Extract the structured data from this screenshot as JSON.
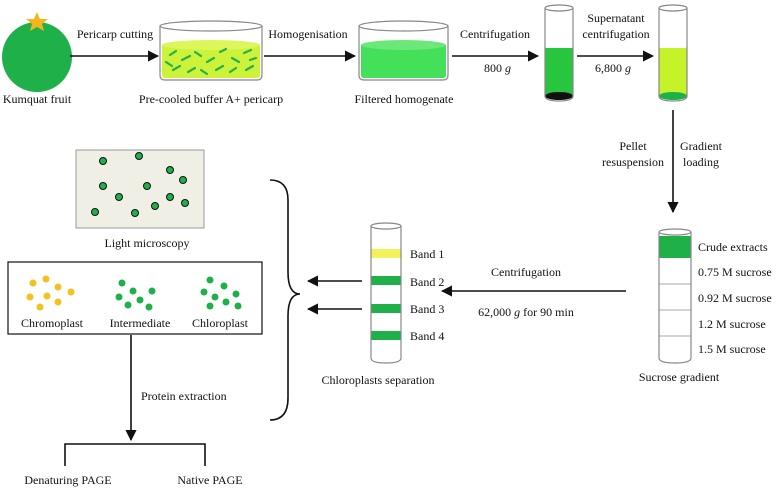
{
  "colors": {
    "fruit": "#1fb04a",
    "star": "#f2b61d",
    "buffer_light": "#ccf23a",
    "pericarp": "#25b04e",
    "homogenate": "#44e05a",
    "supernatant": "#28c63e",
    "pellet": "#111111",
    "tube2_fill": "#c6f22a",
    "tube2_pellet": "#1fb04a",
    "band_yellow": "#f4f25a",
    "band_green": "#1fb04a",
    "chromoplast": "#f4c21e",
    "chloroplast": "#1fb04a",
    "micro_bg": "#efefe6",
    "dot": "#1fb04a"
  },
  "labels": {
    "fruit": "Kumquat fruit",
    "pericarp_cutting": "Pericarp cutting",
    "buffer": "Pre-cooled buffer A+ pericarp",
    "homogenisation": "Homogenisation",
    "filtered": "Filtered homogenate",
    "centrifugation1": "Centrifugation",
    "speed1": "800 g",
    "supernatant_1": "Supernatant",
    "supernatant_2": "centrifugation",
    "speed2": "6,800 g",
    "pellet_1": "Pellet",
    "pellet_2": "resuspension",
    "gradient_1": "Gradient",
    "gradient_2": "loading",
    "crude": "Crude extracts",
    "s075": "0.75 M sucrose",
    "s092": "0.92 M sucrose",
    "s12": "1.2 M sucrose",
    "s15": "1.5 M sucrose",
    "sucrose_gradient": "Sucrose gradient",
    "centrifugation2": "Centrifugation",
    "speed3": "62,000 g for 90 min",
    "band1": "Band 1",
    "band2": "Band 2",
    "band3": "Band 3",
    "band4": "Band 4",
    "separation": "Chloroplasts separation",
    "microscopy": "Light microscopy",
    "chromoplast": "Chromoplast",
    "intermediate": "Intermediate",
    "chloroplast": "Chloroplast",
    "protein": "Protein extraction",
    "denaturing": "Denaturing PAGE",
    "native": "Native PAGE"
  }
}
